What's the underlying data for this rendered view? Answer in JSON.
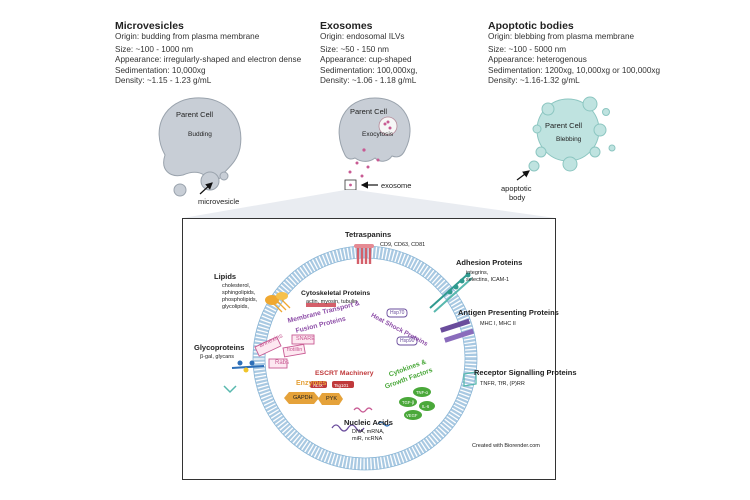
{
  "headers": {
    "microvesicles": {
      "title": "Microvesicles",
      "origin": "Origin:  budding from plasma membrane",
      "size": "Size:  ~100 - 1000 nm",
      "appearance": "Appearance:  irregularly-shaped and electron dense",
      "sedimentation": "Sedimentation:  10,000xg",
      "density": "Density:  ~1.15 - 1.23 g/mL"
    },
    "exosomes": {
      "title": "Exosomes",
      "origin": "Origin:  endosomal ILVs",
      "size": "Size:  ~50 - 150 nm",
      "appearance": "Appearance:  cup-shaped",
      "sedimentation": "Sedimentation:  100,000xg,",
      "density": "Density:  ~1.06 - 1.18 g/mL"
    },
    "apoptotic": {
      "title": "Apoptotic bodies",
      "origin": "Origin:  blebbing from  plasma membrane",
      "size": "Size:  ~100 - 5000 nm",
      "appearance": "Appearance:  heterogenous",
      "sedimentation": "Sedimentation:  1200xg, 10,000xg or 100,000xg",
      "density": "Density:  ~1.16-1.32 g/mL"
    }
  },
  "cells": {
    "parent_cell": "Parent Cell",
    "budding": "Budding",
    "exocytosis": "Exocytosis",
    "blebbing": "Blebbing",
    "microvesicle": "microvesicle",
    "exosome": "exosome",
    "apoptotic_line1": "apoptotic",
    "apoptotic_line2": "body"
  },
  "panel": {
    "tetraspanins": {
      "title": "Tetraspanins",
      "items": "CD9, CD63, CD81"
    },
    "lipids": {
      "title": "Lipids",
      "items": [
        "cholesterol,",
        "sphingolipids,",
        "phospholipids,",
        "glycolipids,"
      ]
    },
    "adhesion": {
      "title": "Adhesion Proteins",
      "items": [
        "integrins,",
        "selectins, ICAM-1"
      ]
    },
    "cytoskeletal": {
      "title": "Cytoskeletal Proteins",
      "items": "actin, myosin, tubulin"
    },
    "membrane_transport": {
      "title_line1": "Membrane Transport &",
      "title_line2": "Fusion Proteins"
    },
    "heat_shock": {
      "title": "Heat Shock Proteins",
      "hsp70": "Hsp70",
      "hsp90": "Hsp90"
    },
    "antigen": {
      "title": "Antigen Presenting Proteins",
      "items": "MHC I, MHC II"
    },
    "glycoproteins": {
      "title": "Glycoproteins",
      "items": "β-gal, glycans"
    },
    "boxes": {
      "annexins": "annexins",
      "snare": "SNARE",
      "flotillin": "flotillin",
      "rabs": "Rabs"
    },
    "escrt": {
      "title": "ESCRT Machinery",
      "alix": "ALIX",
      "tsg101": "Tsg101"
    },
    "enzymes": {
      "title": "Enzymes",
      "gapdh": "GAPDH",
      "pyk": "PYK"
    },
    "cytokines": {
      "title_line1": "Cytokines &",
      "title_line2": "Growth Factors",
      "tnf": "TNF-α",
      "tgf": "TGF-β",
      "il": "IL-6",
      "vegf": "VEGF"
    },
    "receptor": {
      "title": "Receptor Signalling Proteins",
      "items": "TNFR, TfR, (P)RR"
    },
    "nucleic": {
      "title": "Nucleic Acids",
      "items": [
        "DNA, mRNA,",
        "miR, ncRNA"
      ]
    },
    "credit": "Created with Biorender.com"
  },
  "colors": {
    "cell_grey": "#c8ced6",
    "apoptotic_teal": "#bfe3e0",
    "membrane_blue": "#8ab6d6",
    "tetraspanin_red": "#d45f6a",
    "adhesion_teal": "#2f9a8f",
    "antigen_purple": "#6a4c9c",
    "box_pink": "#c85a93",
    "escrt_red": "#c0393b",
    "enzyme_orange": "#e5a23a",
    "cytokine_green": "#4aa83a",
    "lipid_orange": "#f0a830",
    "glyco_blue": "#2d6fb8"
  }
}
